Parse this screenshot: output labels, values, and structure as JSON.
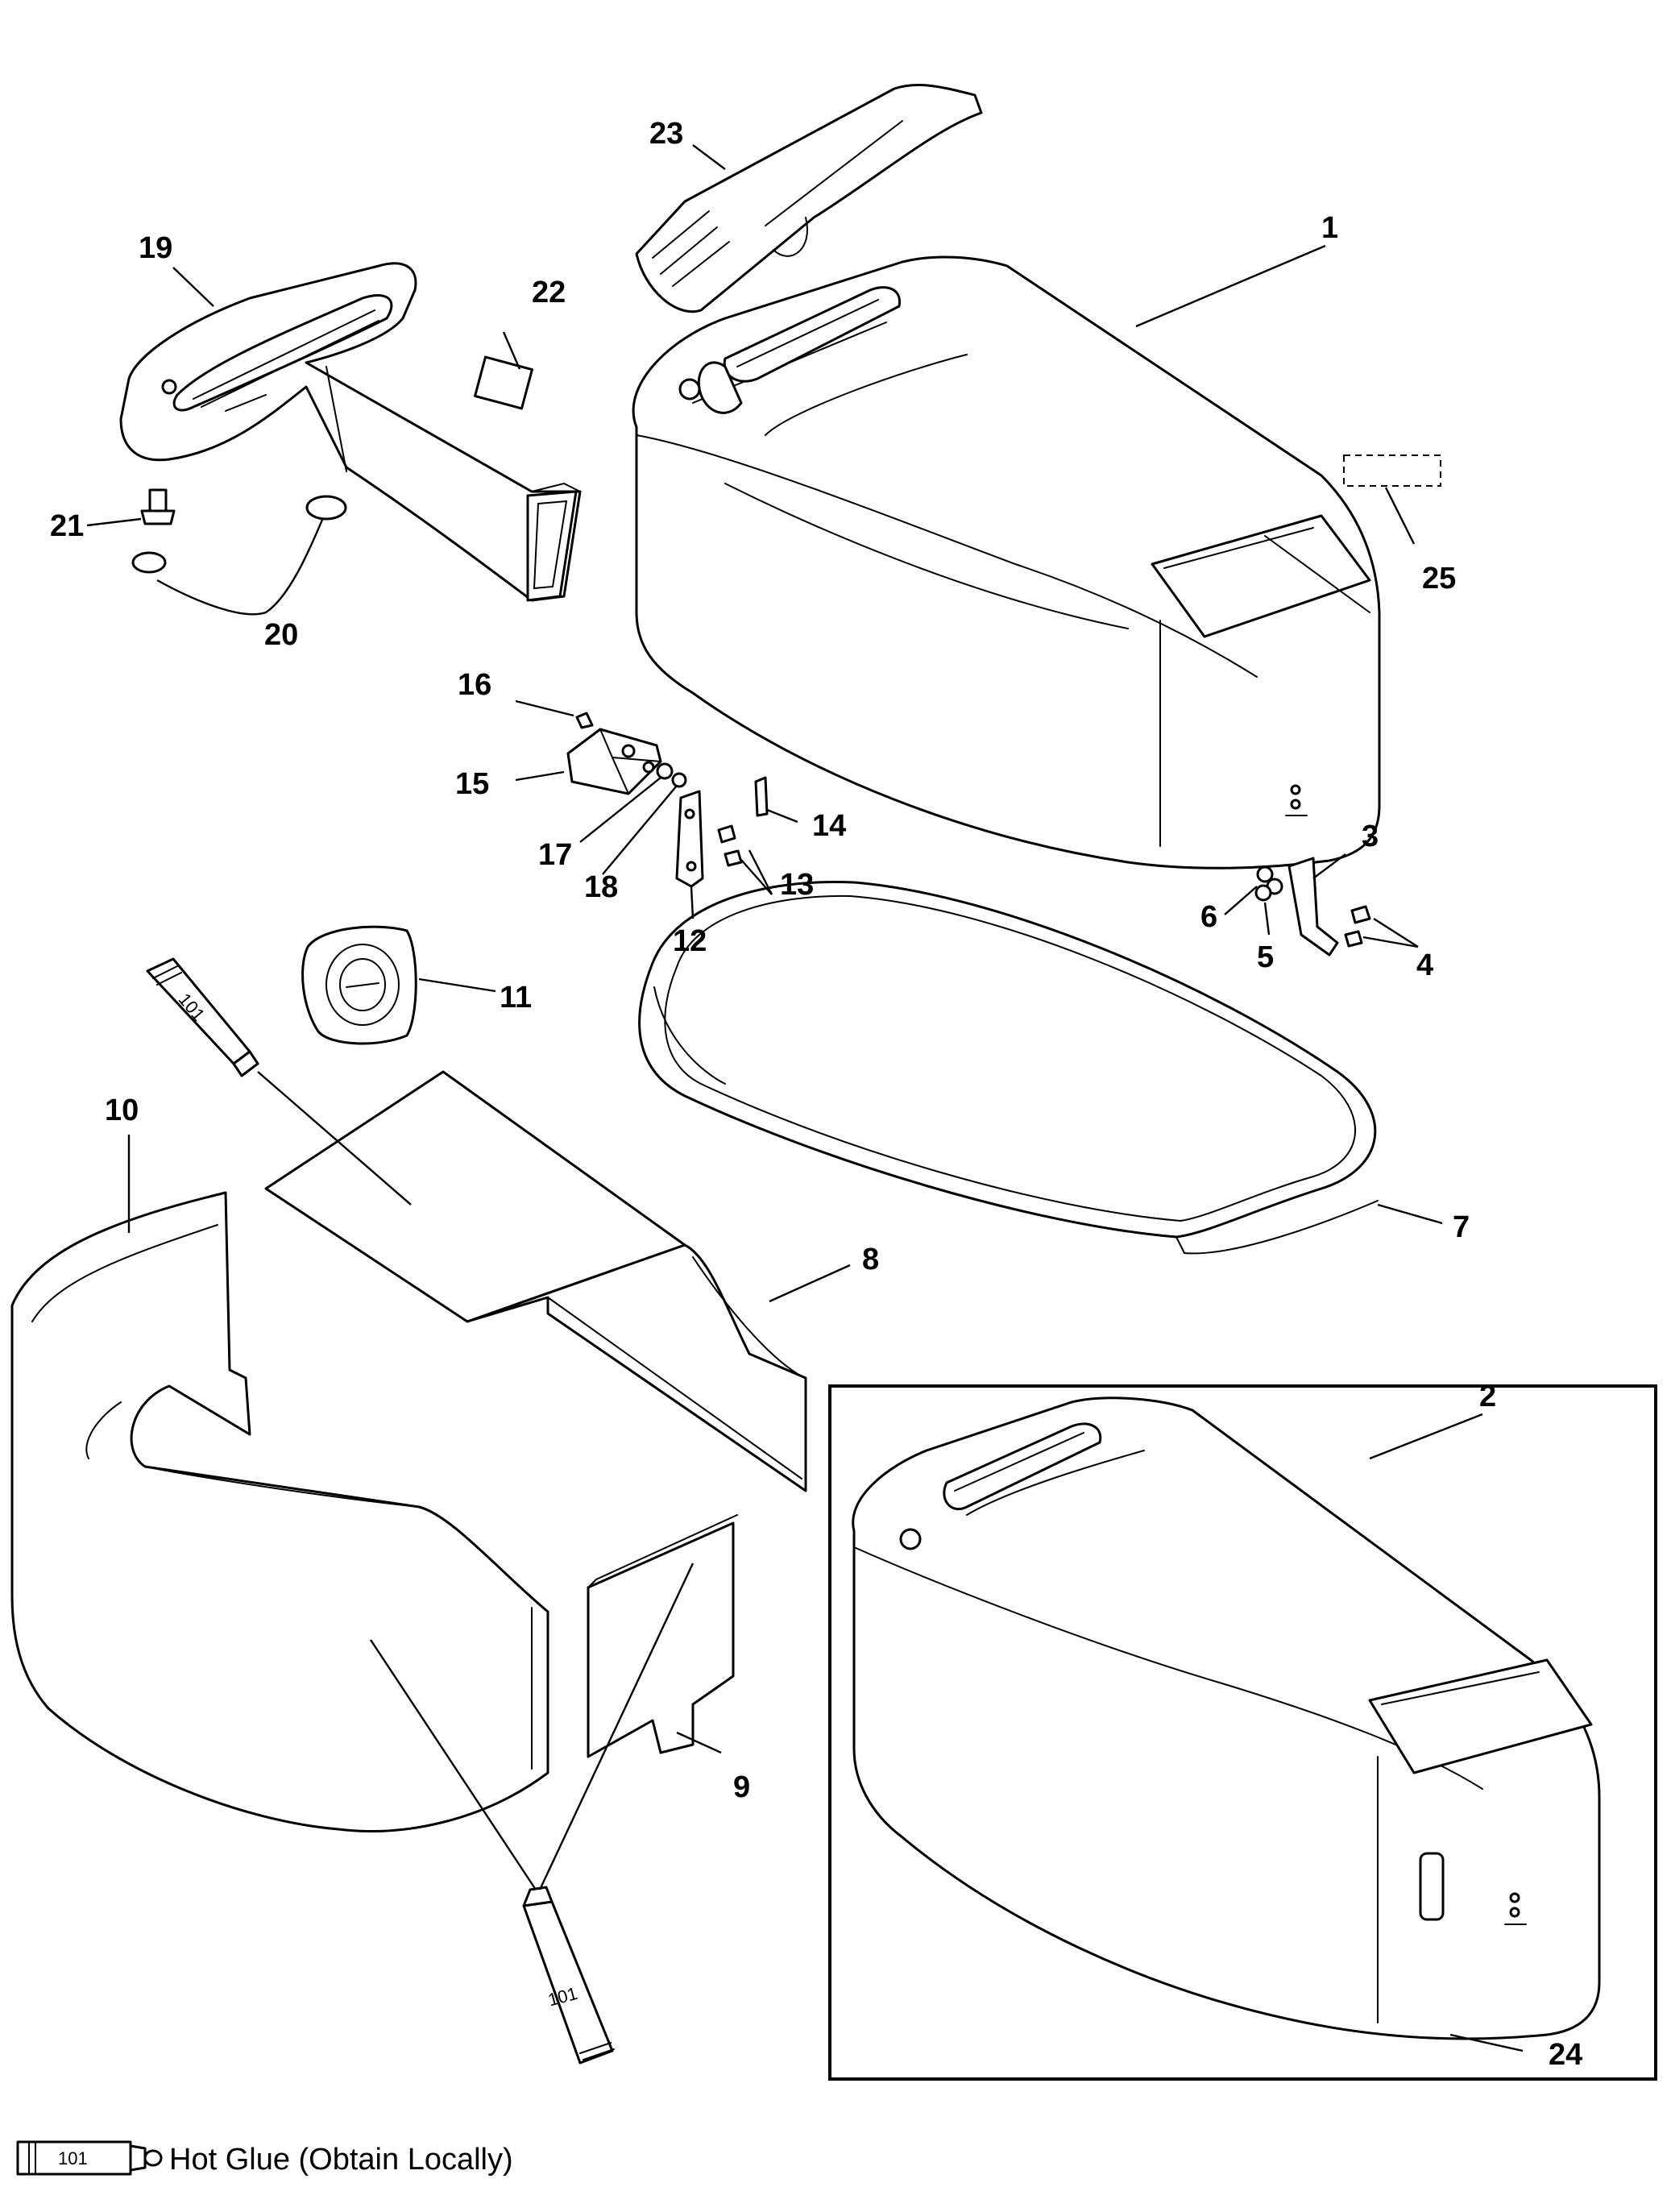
{
  "diagram": {
    "callouts": [
      "1",
      "2",
      "3",
      "4",
      "5",
      "6",
      "7",
      "8",
      "9",
      "10",
      "11",
      "12",
      "13",
      "14",
      "15",
      "16",
      "17",
      "18",
      "19",
      "20",
      "21",
      "22",
      "23",
      "24",
      "25"
    ],
    "tube_label": "101",
    "legend": {
      "symbol_label": "101",
      "text": "Hot Glue (Obtain Locally)"
    }
  }
}
